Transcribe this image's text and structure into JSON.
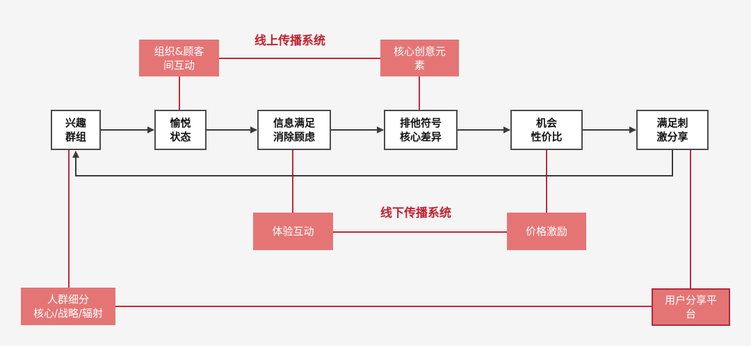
{
  "colors": {
    "background": "#f5f5f5",
    "main_border": "#4a4a4a",
    "pink_fill": "#e57575",
    "red_line": "#c0283a",
    "heading": "#c0212e"
  },
  "headings": {
    "online": "线上传播系统",
    "offline": "线下传播系统"
  },
  "main_flow": [
    {
      "id": "m1",
      "label": "兴趣\n群组"
    },
    {
      "id": "m2",
      "label": "愉悦\n状态"
    },
    {
      "id": "m3",
      "label": "信息满足\n消除顾虑"
    },
    {
      "id": "m4",
      "label": "排他符号\n核心差异"
    },
    {
      "id": "m5",
      "label": "机会\n性价比"
    },
    {
      "id": "m6",
      "label": "满足刺\n激分享"
    }
  ],
  "online_nodes": [
    {
      "id": "o1",
      "label": "组织&顾客\n间互动"
    },
    {
      "id": "o2",
      "label": "核心创意元\n素"
    }
  ],
  "offline_nodes": [
    {
      "id": "f1",
      "label": "体验互动"
    },
    {
      "id": "f2",
      "label": "价格激励"
    }
  ],
  "bottom_nodes": [
    {
      "id": "b1",
      "label": "人群细分\n核心/战略/辐射"
    },
    {
      "id": "b2",
      "label": "用户分享平\n台"
    }
  ]
}
